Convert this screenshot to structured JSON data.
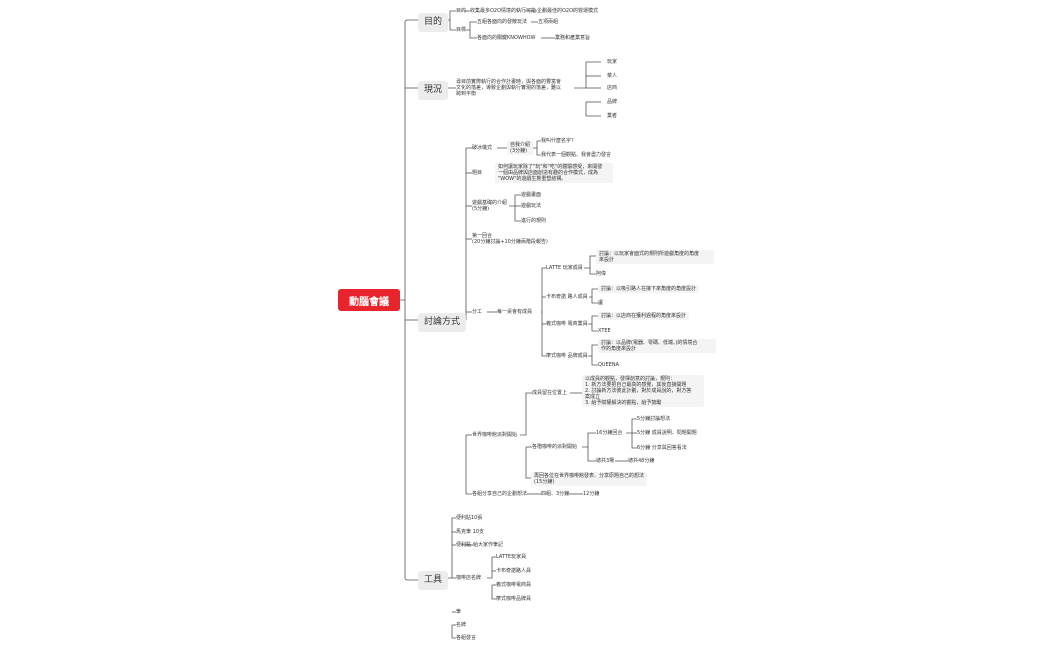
{
  "root": "動腦會議",
  "branches": {
    "goal": {
      "label": "目的",
      "purpose_label": "目的",
      "purpose_a": "收集最多O2O情境的執行可能",
      "purpose_b": "企劃最佳的O2O的營運模式",
      "target_label": "目標",
      "target_1": "五組各面向的發散玩法",
      "target_1b": "五項兩組",
      "target_2": "各面向的關鍵KNOWHOW",
      "target_2b": "業務和產業意旨"
    },
    "status": {
      "label": "現況",
      "desc": "尋目前實際執行的合作計畫時，與各面的豐富會\n文化的落差，導致企劃與執行實現的落差，難以\n跨到平衡",
      "items": [
        "玩家",
        "菜人",
        "店商",
        "品牌",
        "業者"
      ]
    },
    "method": {
      "label": "討論方式",
      "sec1": "破冰儀式",
      "sec1_sub": "自我介紹\n(3分鐘)",
      "sec1_q1": "我叫什麼名字？",
      "sec1_q2": "我代表一個觀點、我會盡力發言",
      "sec2": "題目",
      "sec2_desc": "如何讓玩家除了\"玩\"和\"吃\"的體驗感受，來開發\n一個由品牌與店面創造有趣的合作模式，成為\n\"WOW\"的遊戲生態重塑結構。",
      "sec3": "遊戲基礎的介紹\n(5分鐘)",
      "sec3_items": [
        "遊戲畫面",
        "遊戲玩法",
        "進行的規則"
      ],
      "sec4": "第一回合\n(20分鐘討論+10分鐘兩階段報告)",
      "sec5": "分工",
      "sec5_sub": "每一桌會有成員",
      "roles": [
        {
          "name": "LATTE 玩家成員",
          "desc": "討論：以玩家會面式的規則所遊戲角度的角度\n來設計",
          "person": "阿偉"
        },
        {
          "name": "卡布奇諾 路人成員",
          "desc": "討論：以吸引路人在接下來角度的角度設計",
          "person": "盧"
        },
        {
          "name": "義式咖啡 電商業員",
          "desc": "討論：以店商在獲利過程的角度來設計",
          "person": "XTEE"
        },
        {
          "name": "摩式咖啡 品牌成員",
          "desc": "討論：以品牌(電器、零碼、低端、)的情境合\n作的角度來設計",
          "person": "QUEENA"
        }
      ],
      "sec6": "世界咖啡館派對開始",
      "sec6_a": "成員留在位置上",
      "sec6_a_desc": "以成員的觀點，發揮創意的討論，規則：\n1. 新方法要把自己最高的感覺，其後直接開題\n2. 討論新方法彼此計劃，對於成員說的，對方答\n案成立\n3. 給予賦權解決的觀點，給予鼓勵",
      "sec6_b": "各階咖啡的派對開始",
      "sec6_b_sub": "16分鐘回合",
      "sec6_b_items": [
        "5分鐘討論想法",
        "5分鐘 成員說明、問題開題",
        "6分鐘 分享與回答看法"
      ],
      "sec6_b_rep": "總共3場",
      "sec6_b_rep2": "總共48分鐘",
      "sec6_c": "再回各位在世界咖啡館發表、分享原題自己的想法\n(15分鐘)",
      "sec7": "各組分享自己的企劃想法",
      "sec7_a": "四組、3分鐘",
      "sec7_b": "12分鐘"
    },
    "tools": {
      "label": "工具",
      "items": [
        "便利貼10張",
        "馬克筆 10支",
        "便利點",
        "咖啡店名牌",
        "筆",
        "名牌",
        "各組發言"
      ],
      "sticker_sub": "給大家作筆記",
      "cafe_roles": [
        "LATTE玩家員",
        "卡布奇諾路人員",
        "義式咖啡電商員",
        "摩式咖啡品牌員"
      ]
    }
  }
}
